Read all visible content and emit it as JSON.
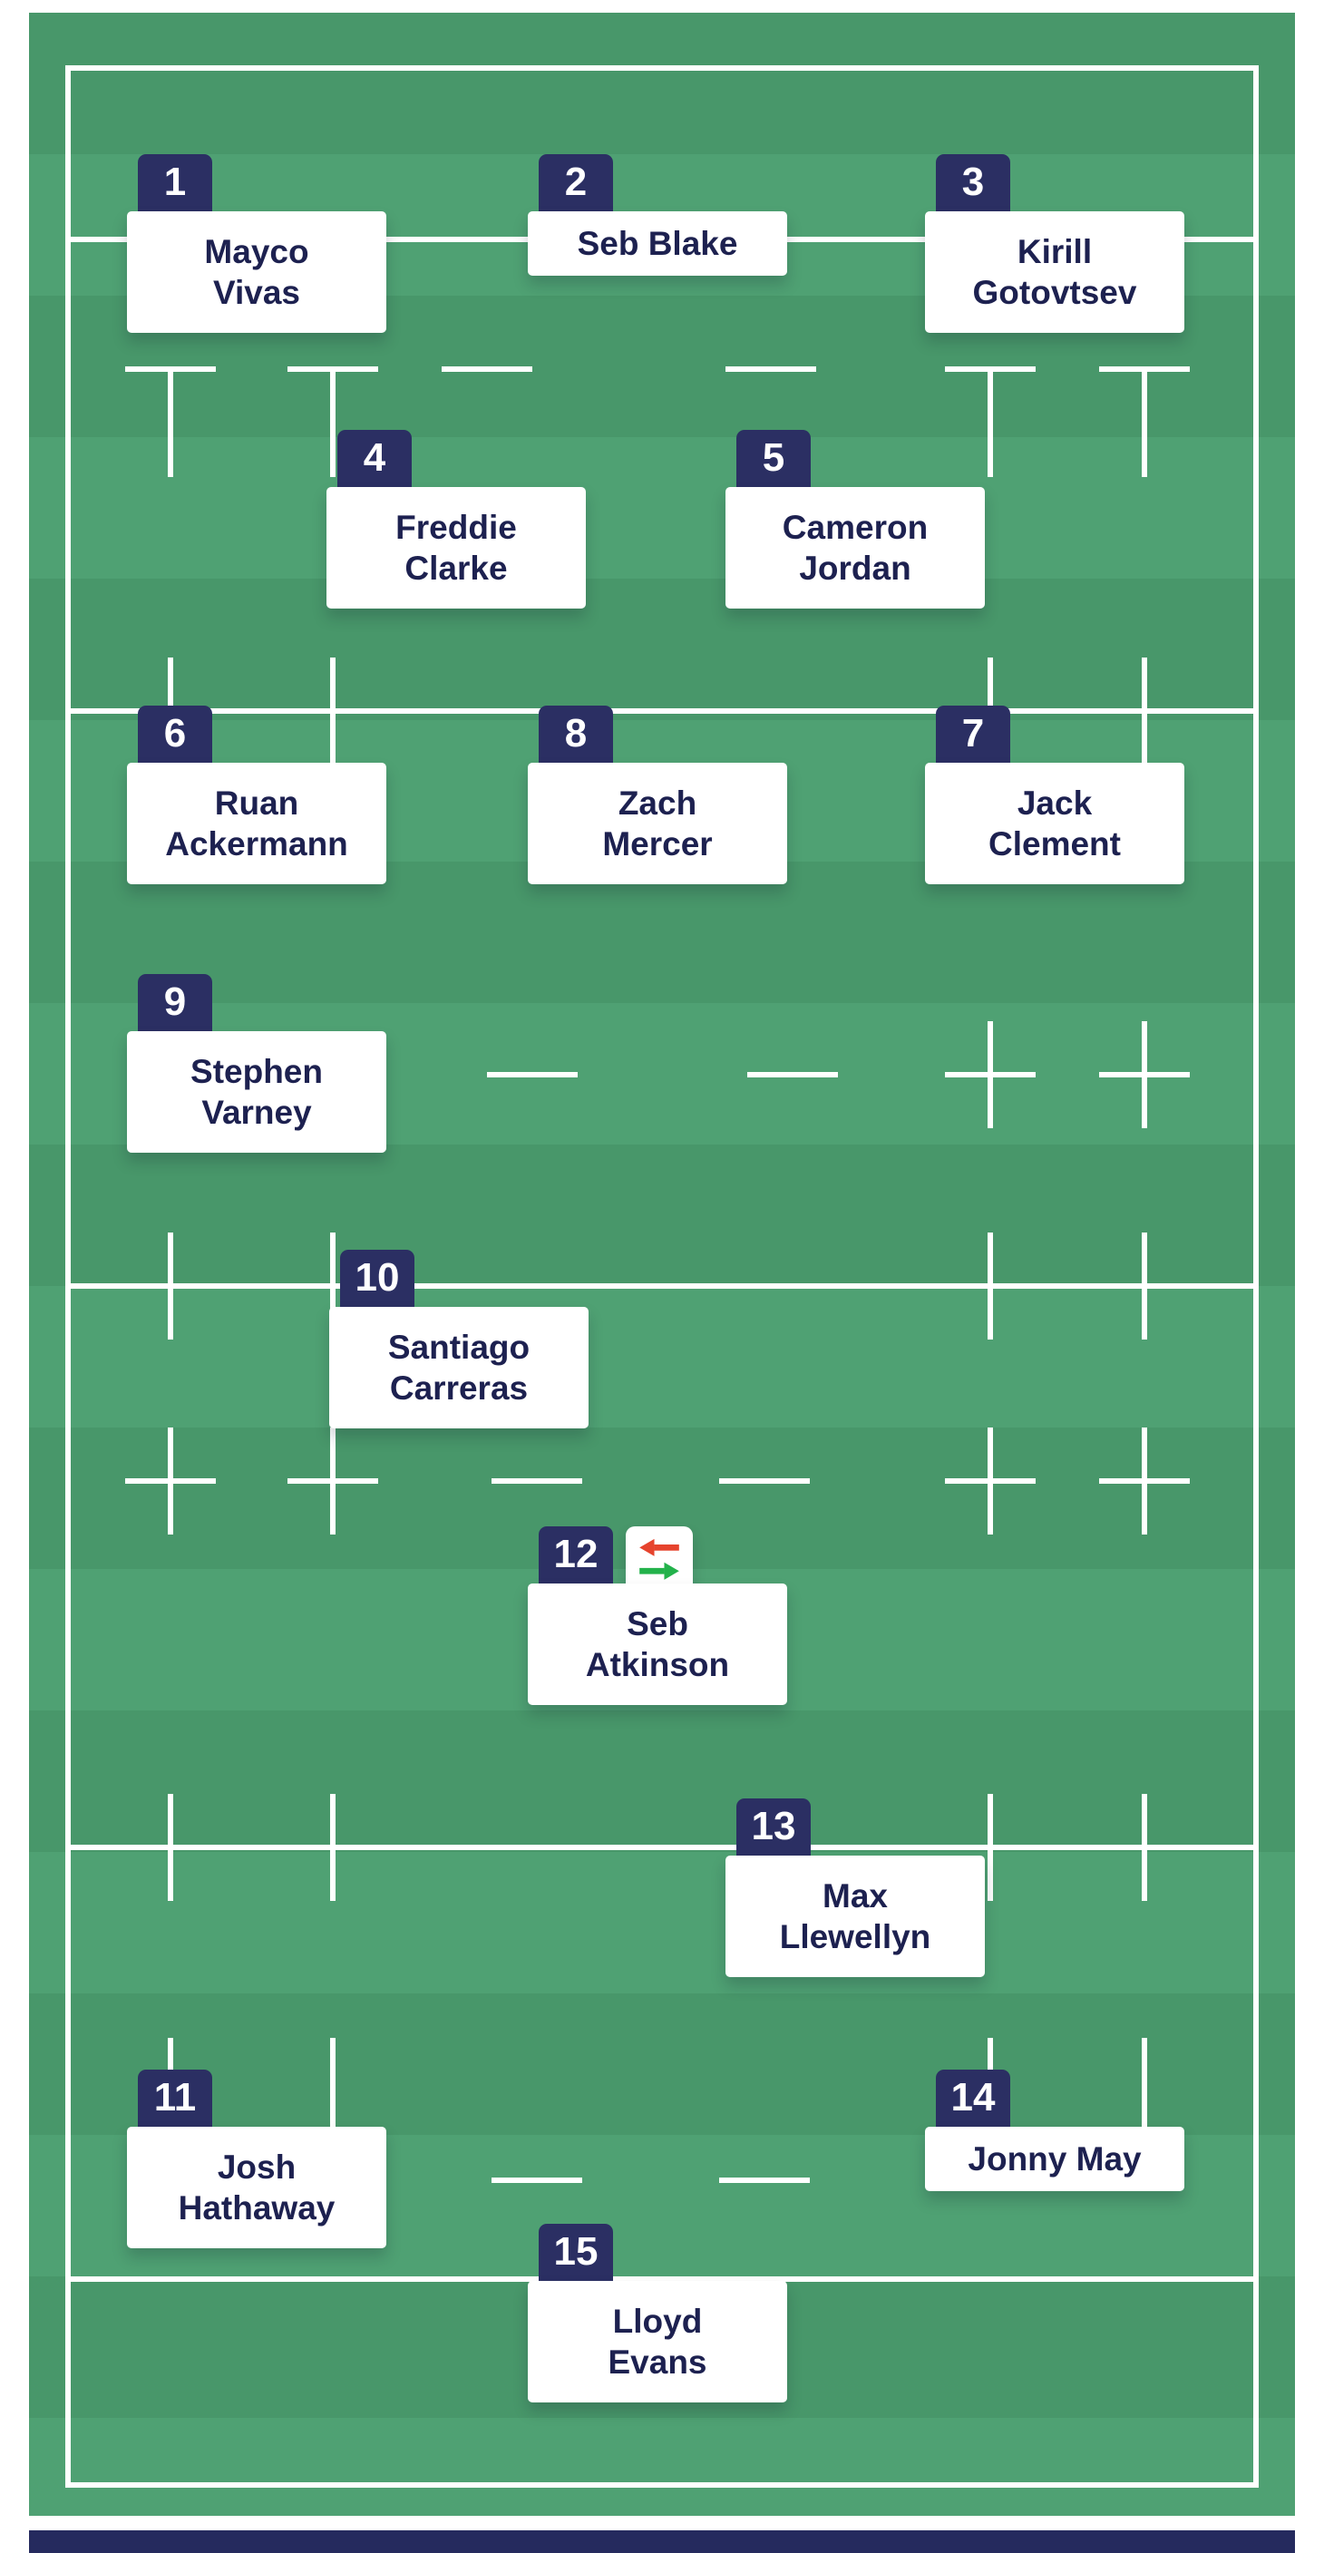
{
  "theme": {
    "page_bg": "#ffffff",
    "pitch_light": "#4fa173",
    "pitch_dark": "#48976a",
    "line": "#ffffff",
    "card_bg": "#ffffff",
    "card_text": "#1d2150",
    "badge_bg": "#2b2f63",
    "badge_text": "#ffffff",
    "bar": "#252a5e",
    "sub_on": "#23b24b",
    "sub_off": "#e6432d"
  },
  "icons": {
    "substitution": "swap-arrows-icon"
  },
  "players": [
    {
      "number": "1",
      "lines": [
        "Mayco",
        "Vivas"
      ]
    },
    {
      "number": "2",
      "lines": [
        "Seb Blake"
      ]
    },
    {
      "number": "3",
      "lines": [
        "Kirill",
        "Gotovtsev"
      ]
    },
    {
      "number": "4",
      "lines": [
        "Freddie",
        "Clarke"
      ]
    },
    {
      "number": "5",
      "lines": [
        "Cameron",
        "Jordan"
      ]
    },
    {
      "number": "6",
      "lines": [
        "Ruan",
        "Ackermann"
      ]
    },
    {
      "number": "8",
      "lines": [
        "Zach",
        "Mercer"
      ]
    },
    {
      "number": "7",
      "lines": [
        "Jack",
        "Clement"
      ]
    },
    {
      "number": "9",
      "lines": [
        "Stephen",
        "Varney"
      ]
    },
    {
      "number": "10",
      "lines": [
        "Santiago",
        "Carreras"
      ]
    },
    {
      "number": "12",
      "lines": [
        "Seb",
        "Atkinson"
      ],
      "substitution": true
    },
    {
      "number": "13",
      "lines": [
        "Max",
        "Llewellyn"
      ]
    },
    {
      "number": "11",
      "lines": [
        "Josh",
        "Hathaway"
      ]
    },
    {
      "number": "14",
      "lines": [
        "Jonny May"
      ]
    },
    {
      "number": "15",
      "lines": [
        "Lloyd",
        "Evans"
      ]
    }
  ]
}
